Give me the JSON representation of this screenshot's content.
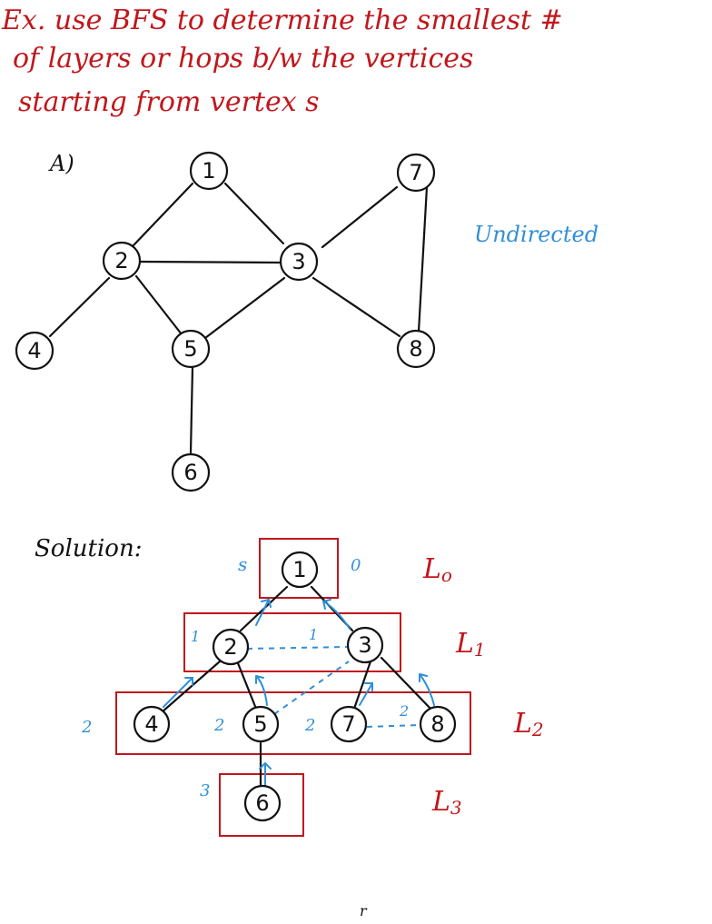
{
  "title_lines": [
    "Ex. use BFS to determine the smallest #",
    "of layers or hops b/w the vertices",
    "starting from vertex s"
  ],
  "part_label": "A)",
  "graph_type_note": "Undirected",
  "solution_label": "Solution:",
  "colors": {
    "red": "#c0171c",
    "blue": "#2f8fd8",
    "ink": "#111111"
  },
  "graph": {
    "nodes": [
      "1",
      "2",
      "3",
      "4",
      "5",
      "6",
      "7",
      "8"
    ],
    "edges": [
      [
        "1",
        "2"
      ],
      [
        "1",
        "3"
      ],
      [
        "2",
        "3"
      ],
      [
        "2",
        "4"
      ],
      [
        "2",
        "5"
      ],
      [
        "3",
        "5"
      ],
      [
        "3",
        "7"
      ],
      [
        "3",
        "8"
      ],
      [
        "5",
        "6"
      ],
      [
        "7",
        "8"
      ]
    ]
  },
  "bfs_tree": {
    "nodes": [
      "1",
      "2",
      "3",
      "4",
      "5",
      "7",
      "8",
      "6"
    ],
    "distances": [
      "0",
      "1",
      "1",
      "2",
      "2",
      "2",
      "2",
      "3"
    ],
    "source_marker": "s",
    "layers": [
      "L0",
      "L1",
      "L2",
      "L3"
    ],
    "layer_labels": [
      {
        "main": "L",
        "sub": "o"
      },
      {
        "main": "L",
        "sub": "1"
      },
      {
        "main": "L",
        "sub": "2"
      },
      {
        "main": "L",
        "sub": "3"
      }
    ],
    "tree_edges": [
      [
        "1",
        "2"
      ],
      [
        "1",
        "3"
      ],
      [
        "2",
        "4"
      ],
      [
        "2",
        "5"
      ],
      [
        "3",
        "7"
      ],
      [
        "3",
        "8"
      ],
      [
        "5",
        "6"
      ]
    ],
    "non_tree_edges": [
      [
        "2",
        "3"
      ],
      [
        "5",
        "3"
      ],
      [
        "7",
        "8"
      ]
    ]
  },
  "footer_mark": "r"
}
